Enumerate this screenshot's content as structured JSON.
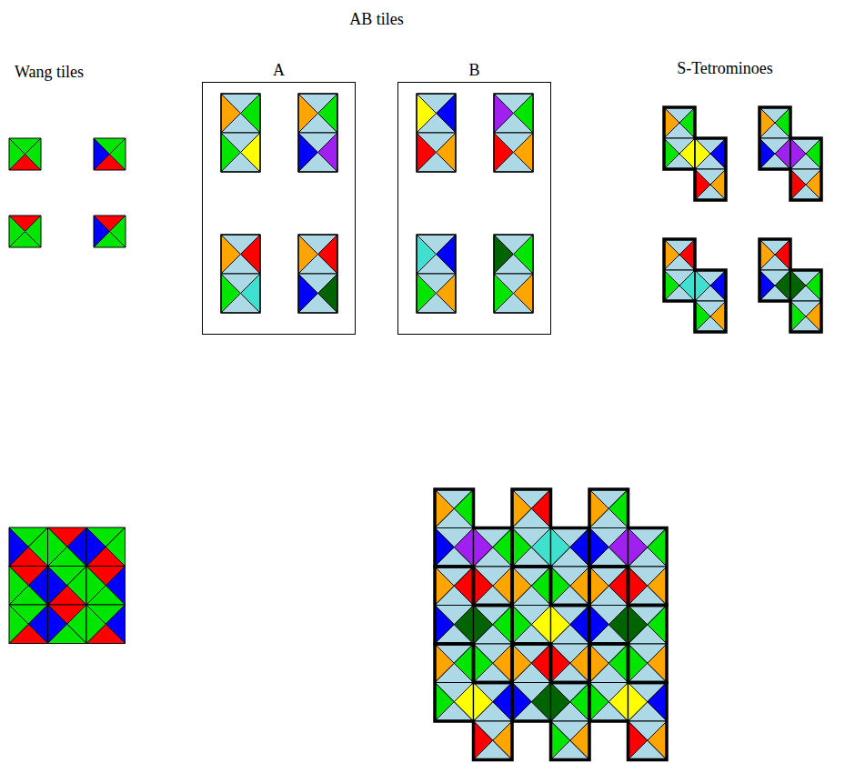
{
  "diagram": {
    "nodes": [
      {
        "text": [
          "A"
        ]
      },
      {
        "text": [
          "B"
        ]
      }
    ],
    "labels": [
      "Wang tiles",
      "AB tiles",
      "S-Tetrominoes"
    ]
  }
}
